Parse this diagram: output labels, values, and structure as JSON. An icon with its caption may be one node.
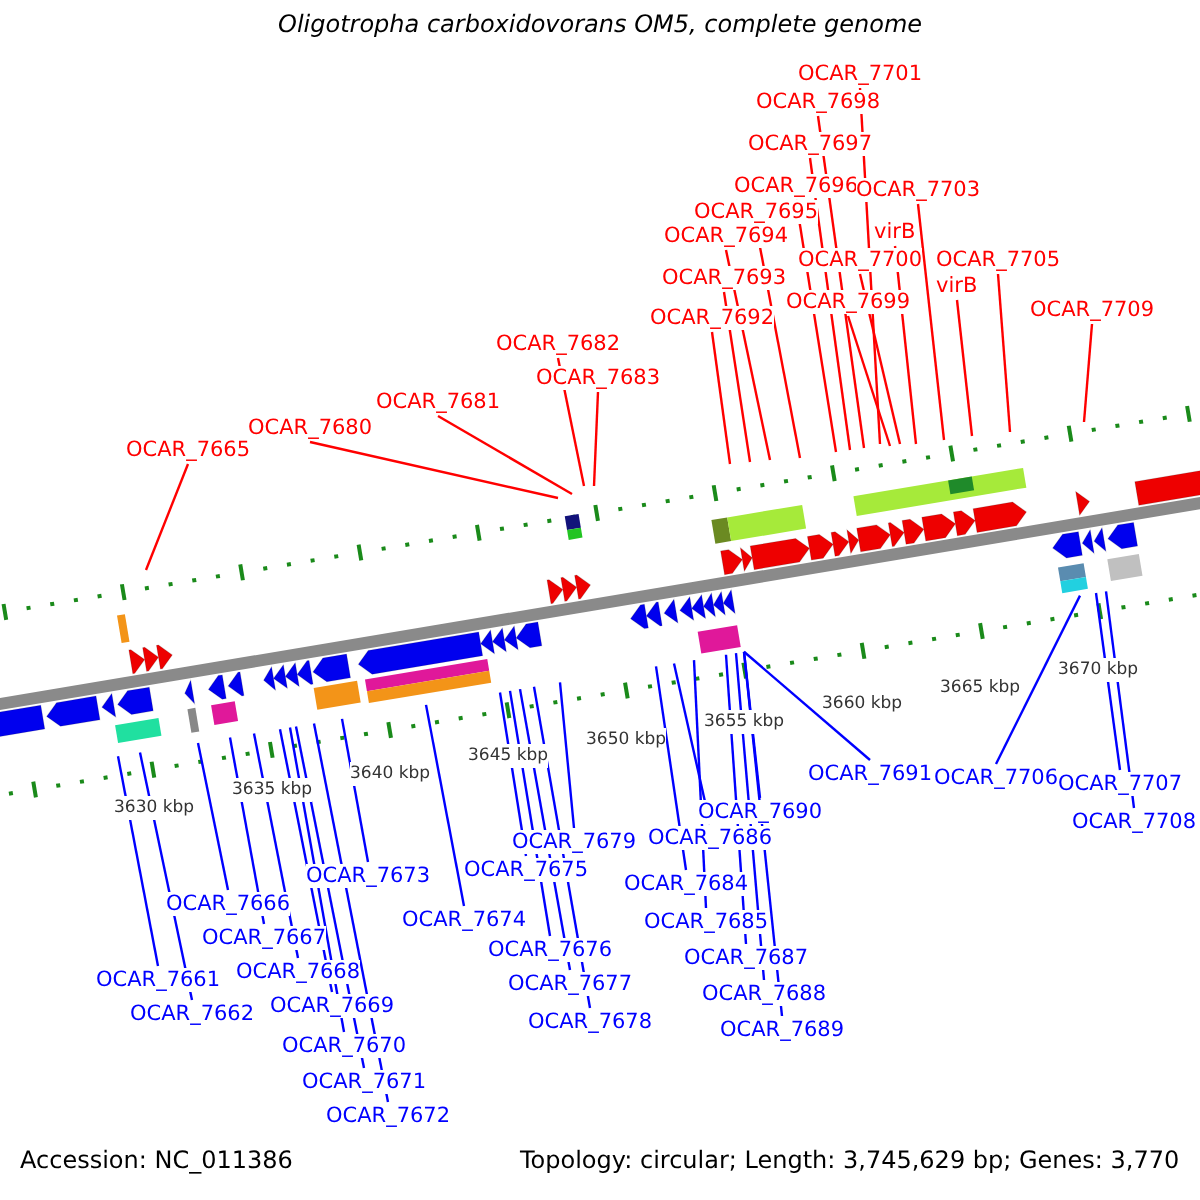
{
  "diagram": {
    "title": "Oligotropha carboxidovorans OM5, complete genome",
    "nodes": [
      {
        "text": [
          "OCAR_7701"
        ]
      },
      {
        "text": [
          "OCAR_7698"
        ]
      },
      {
        "text": [
          "OCAR_7697"
        ]
      },
      {
        "text": [
          "OCAR_7696"
        ]
      },
      {
        "text": [
          "OCAR_7695"
        ]
      },
      {
        "text": [
          "OCAR_7703"
        ]
      },
      {
        "text": [
          "virB"
        ]
      },
      {
        "text": [
          "OCAR_7694"
        ]
      },
      {
        "text": [
          "OCAR_7700"
        ]
      },
      {
        "text": [
          "OCAR_7705"
        ]
      },
      {
        "text": [
          "OCAR_7693"
        ]
      },
      {
        "text": [
          "virB"
        ]
      },
      {
        "text": [
          "OCAR_7699"
        ]
      },
      {
        "text": [
          "OCAR_7692"
        ]
      },
      {
        "text": [
          "OCAR_7709"
        ]
      },
      {
        "text": [
          "OCAR_7682"
        ]
      },
      {
        "text": [
          "OCAR_7683"
        ]
      },
      {
        "text": [
          "OCAR_7681"
        ]
      },
      {
        "text": [
          "OCAR_7680"
        ]
      },
      {
        "text": [
          "OCAR_7665"
        ]
      },
      {
        "text": [
          "OCAR_7691"
        ]
      },
      {
        "text": [
          "OCAR_7706"
        ]
      },
      {
        "text": [
          "OCAR_7707"
        ]
      },
      {
        "text": [
          "OCAR_7708"
        ]
      },
      {
        "text": [
          "OCAR_7690"
        ]
      },
      {
        "text": [
          "OCAR_7686"
        ]
      },
      {
        "text": [
          "OCAR_7679"
        ]
      },
      {
        "text": [
          "OCAR_7675"
        ]
      },
      {
        "text": [
          "OCAR_7673"
        ]
      },
      {
        "text": [
          "OCAR_7684"
        ]
      },
      {
        "text": [
          "OCAR_7666"
        ]
      },
      {
        "text": [
          "OCAR_7674"
        ]
      },
      {
        "text": [
          "OCAR_7685"
        ]
      },
      {
        "text": [
          "OCAR_7667"
        ]
      },
      {
        "text": [
          "OCAR_7676"
        ]
      },
      {
        "text": [
          "OCAR_7687"
        ]
      },
      {
        "text": [
          "OCAR_7668"
        ]
      },
      {
        "text": [
          "OCAR_7661"
        ]
      },
      {
        "text": [
          "OCAR_7677"
        ]
      },
      {
        "text": [
          "OCAR_7688"
        ]
      },
      {
        "text": [
          "OCAR_7669"
        ]
      },
      {
        "text": [
          "OCAR_7662"
        ]
      },
      {
        "text": [
          "OCAR_7678"
        ]
      },
      {
        "text": [
          "OCAR_7689"
        ]
      },
      {
        "text": [
          "OCAR_7670"
        ]
      },
      {
        "text": [
          "OCAR_7671"
        ]
      },
      {
        "text": [
          "OCAR_7672"
        ]
      }
    ],
    "edges": [
      {
        "from": 0,
        "to": null,
        "arrow": "none",
        "color": "#ff0000"
      },
      {
        "from": 1,
        "to": null,
        "arrow": "none",
        "color": "#ff0000"
      },
      {
        "from": 2,
        "to": null,
        "arrow": "none",
        "color": "#ff0000"
      },
      {
        "from": 3,
        "to": null,
        "arrow": "none",
        "color": "#ff0000"
      },
      {
        "from": 4,
        "to": null,
        "arrow": "none",
        "color": "#ff0000"
      },
      {
        "from": 5,
        "to": null,
        "arrow": "none",
        "color": "#ff0000"
      },
      {
        "from": 6,
        "to": null,
        "arrow": "none",
        "color": "#ff0000"
      },
      {
        "from": 7,
        "to": null,
        "arrow": "none",
        "color": "#ff0000"
      },
      {
        "from": 8,
        "to": null,
        "arrow": "none",
        "color": "#ff0000"
      },
      {
        "from": 9,
        "to": null,
        "arrow": "none",
        "color": "#ff0000"
      },
      {
        "from": 10,
        "to": null,
        "arrow": "none",
        "color": "#ff0000"
      },
      {
        "from": 11,
        "to": null,
        "arrow": "none",
        "color": "#ff0000"
      },
      {
        "from": 12,
        "to": null,
        "arrow": "none",
        "color": "#ff0000"
      },
      {
        "from": 13,
        "to": null,
        "arrow": "none",
        "color": "#ff0000"
      },
      {
        "from": 14,
        "to": null,
        "arrow": "none",
        "color": "#ff0000"
      },
      {
        "from": 15,
        "to": null,
        "arrow": "none",
        "color": "#ff0000"
      },
      {
        "from": 16,
        "to": null,
        "arrow": "none",
        "color": "#ff0000"
      },
      {
        "from": 17,
        "to": null,
        "arrow": "none",
        "color": "#ff0000"
      },
      {
        "from": 18,
        "to": null,
        "arrow": "none",
        "color": "#ff0000"
      },
      {
        "from": 19,
        "to": null,
        "arrow": "none",
        "color": "#ff0000"
      },
      {
        "from": 20,
        "to": null,
        "arrow": "none"
      },
      {
        "from": 21,
        "to": null,
        "arrow": "none"
      },
      {
        "from": 22,
        "to": null,
        "arrow": "none"
      },
      {
        "from": 23,
        "to": null,
        "arrow": "none"
      },
      {
        "from": 24,
        "to": null,
        "arrow": "none"
      },
      {
        "from": 25,
        "to": null,
        "arrow": "none"
      },
      {
        "from": 26,
        "to": null,
        "arrow": "none"
      },
      {
        "from": 27,
        "to": null,
        "arrow": "none"
      },
      {
        "from": 28,
        "to": null,
        "arrow": "none"
      },
      {
        "from": 29,
        "to": null,
        "arrow": "none"
      },
      {
        "from": 30,
        "to": null,
        "arrow": "none"
      },
      {
        "from": 31,
        "to": null,
        "arrow": "none"
      },
      {
        "from": 32,
        "to": null,
        "arrow": "none"
      },
      {
        "from": 33,
        "to": null,
        "arrow": "none"
      },
      {
        "from": 34,
        "to": null,
        "arrow": "none"
      },
      {
        "from": 35,
        "to": null,
        "arrow": "none"
      },
      {
        "from": 36,
        "to": null,
        "arrow": "none"
      },
      {
        "from": 37,
        "to": null,
        "arrow": "none"
      },
      {
        "from": 38,
        "to": null,
        "arrow": "none"
      },
      {
        "from": 39,
        "to": null,
        "arrow": "none"
      },
      {
        "from": 40,
        "to": null,
        "arrow": "none"
      },
      {
        "from": 41,
        "to": null,
        "arrow": "none"
      },
      {
        "from": 42,
        "to": null,
        "arrow": "none"
      },
      {
        "from": 43,
        "to": null,
        "arrow": "none"
      },
      {
        "from": 44,
        "to": null,
        "arrow": "none"
      },
      {
        "from": 45,
        "to": null,
        "arrow": "none"
      },
      {
        "from": 46,
        "to": null,
        "arrow": "none"
      }
    ],
    "labels": [
      "3630 kbp",
      "3635 kbp",
      "3640 kbp",
      "3645 kbp",
      "3650 kbp",
      "3655 kbp",
      "3660 kbp",
      "3665 kbp",
      "3670 kbp",
      "Accession: NC_011386",
      "Topology: circular; Length: 3,745,629 bp; Genes: 3,770"
    ]
  }
}
